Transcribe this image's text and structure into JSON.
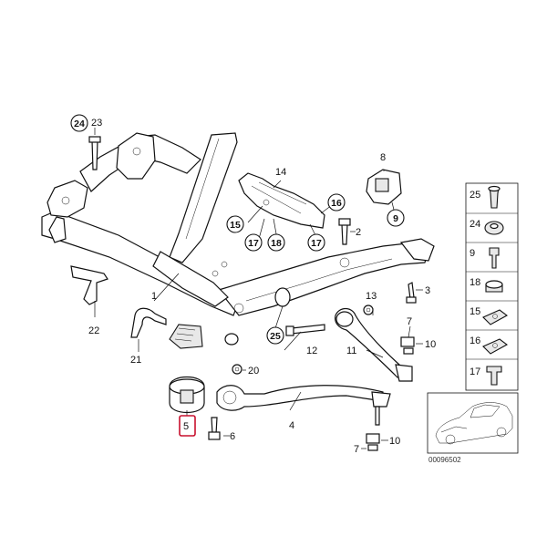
{
  "diagram": {
    "part_number": "00096502",
    "highlighted_label": "5",
    "highlight_color": "#c8102e",
    "callouts": [
      "1",
      "2",
      "3",
      "4",
      "5",
      "6",
      "7",
      "7",
      "8",
      "10",
      "10",
      "11",
      "12",
      "13",
      "14",
      "20",
      "21",
      "22",
      "23"
    ],
    "circled_callouts": [
      "24",
      "25",
      "15",
      "16",
      "17",
      "17",
      "18",
      "9"
    ],
    "side_panel": [
      "25",
      "24",
      "9",
      "18",
      "15",
      "16",
      "17"
    ],
    "thumbnail": "car-thumbnail"
  }
}
